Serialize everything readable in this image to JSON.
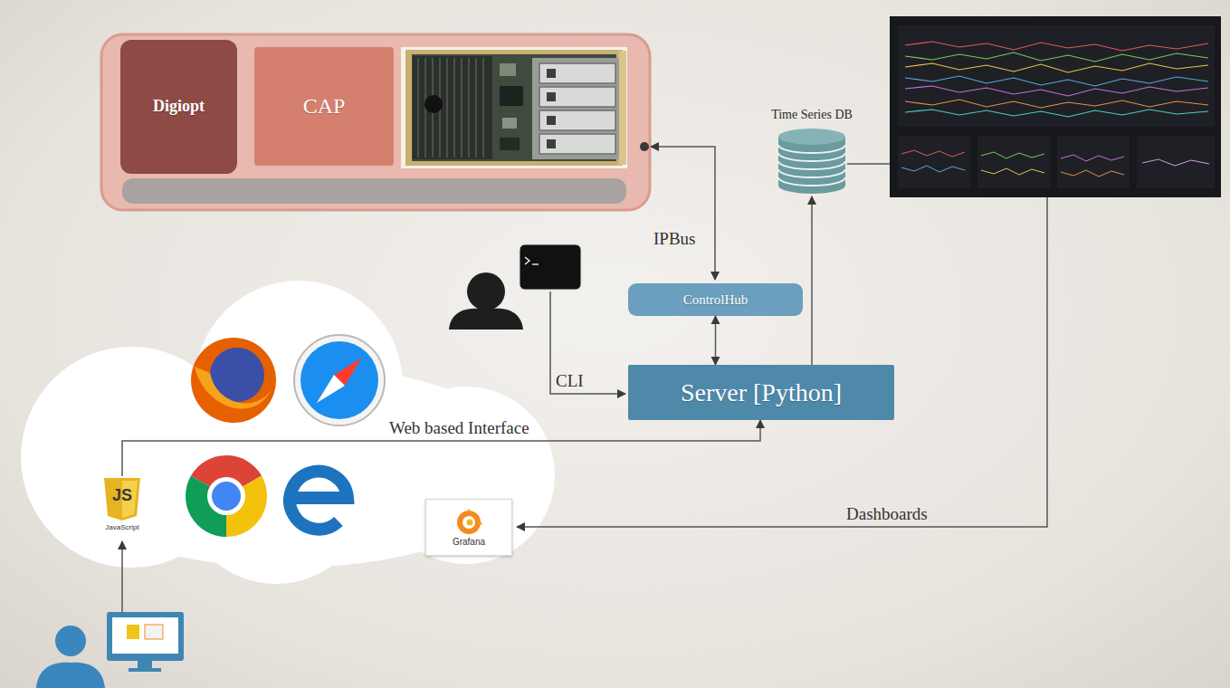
{
  "diagram": {
    "nodes": [
      {
        "text": [
          "Digiopt"
        ]
      },
      {
        "text": [
          "CAP"
        ]
      },
      {
        "text": [
          "Time Series DB"
        ]
      },
      {
        "text": [
          "ControlHub"
        ]
      },
      {
        "text": [
          "Server [Python]"
        ]
      },
      {
        "text": [
          "JS",
          "JavaScript"
        ]
      },
      {
        "text": [
          "Grafana"
        ]
      }
    ],
    "edges": [
      {
        "from": 3,
        "to": 4,
        "arrow": "both"
      },
      {
        "from": 4,
        "to": 2,
        "arrow": "to"
      },
      {
        "from": 5,
        "to": 4,
        "label": "Web based Interface",
        "arrow": "to"
      }
    ],
    "labels": [
      "IPBus",
      "CLI",
      "Dashboards"
    ]
  }
}
